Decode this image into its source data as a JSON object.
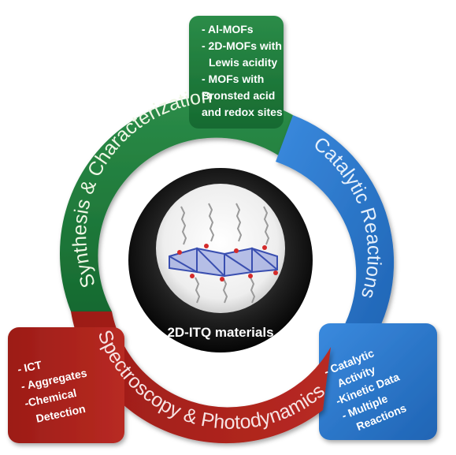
{
  "center": {
    "title": "2D-ITQ materials"
  },
  "segments": {
    "synthesis": {
      "title": "Synthesis & Characterization",
      "color": "#1f7a3c",
      "bullets": [
        "- Al-MOFs",
        "- 2D-MOFs with",
        "Lewis acidity",
        "- MOFs with",
        "Bronsted acid",
        "and redox sites"
      ]
    },
    "catalytic": {
      "title": "Catalytic Reactions",
      "color": "#2a78c9",
      "bullets": [
        "- Catalytic",
        "Activity",
        "-Kinetic Data",
        "- Multiple",
        "Reactions"
      ]
    },
    "spectroscopy": {
      "title": "Spectroscopy & Photodynamics",
      "color": "#a8221c",
      "bullets": [
        "- ICT",
        "- Aggregates",
        "-Chemical",
        "Detection"
      ]
    }
  }
}
